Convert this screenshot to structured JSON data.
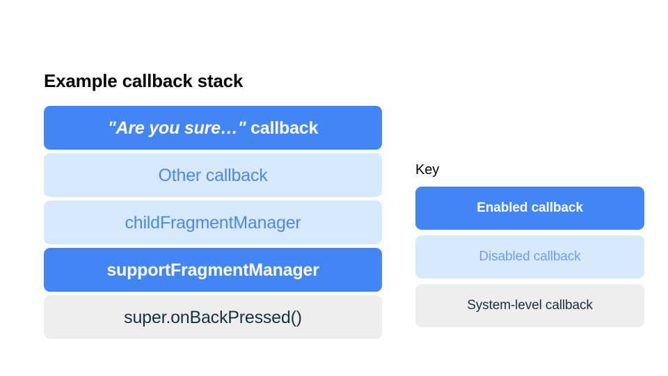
{
  "background_color": "#FFFFFF",
  "palette": {
    "enabled_fill": "#4285F4",
    "enabled_text": "#FFFFFF",
    "disabled_fill": "#D7EAFD",
    "disabled_text": "#4C86F0",
    "system_fill": "#EEEEEE",
    "system_text": "#14333F",
    "title_text": "#000000"
  },
  "stack": {
    "title": "Example callback stack",
    "items": [
      {
        "label": "\"Are you sure…\" callback",
        "quoted_part": "\"Are you sure…\"",
        "plain_part": " callback",
        "state": "enabled"
      },
      {
        "label": "Other callback",
        "state": "disabled"
      },
      {
        "label": "childFragmentManager",
        "state": "disabled"
      },
      {
        "label": "supportFragmentManager",
        "state": "enabled"
      },
      {
        "label": "super.onBackPressed()",
        "state": "system"
      }
    ]
  },
  "key": {
    "title": "Key",
    "items": [
      {
        "label": "Enabled callback",
        "state": "enabled"
      },
      {
        "label": "Disabled callback",
        "state": "disabled"
      },
      {
        "label": "System-level callback",
        "state": "system"
      }
    ]
  }
}
